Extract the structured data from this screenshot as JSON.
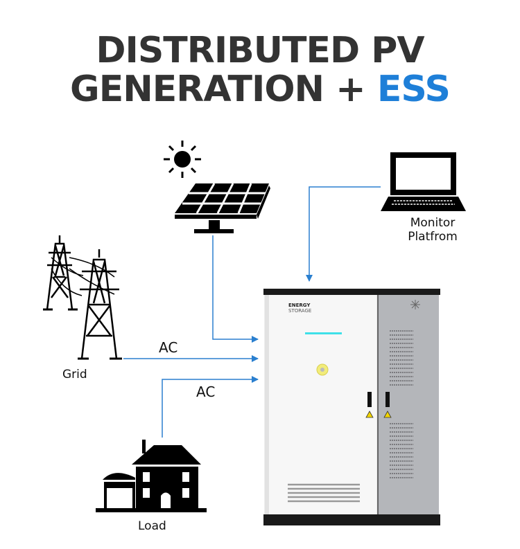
{
  "title": {
    "line1": "DISTRIBUTED PV",
    "line2_main": "GENERATION +",
    "line2_accent": "ESS"
  },
  "colors": {
    "accent": "#1e7fd8",
    "text": "#333333",
    "arrow": "#2a7fcf"
  },
  "nodes": {
    "pv": {
      "icon": "solar-panel-icon",
      "sun_icon": "sun-icon"
    },
    "monitor": {
      "label_line1": "Monitor",
      "label_line2": "Platfrom",
      "icon": "laptop-icon"
    },
    "grid": {
      "label": "Grid",
      "icon": "power-tower-icon"
    },
    "load": {
      "label": "Load",
      "icon": "house-icon"
    },
    "ess": {
      "brand_line1": "ENERGY",
      "brand_line2": "STORAGE",
      "icon": "battery-cabinet-icon"
    }
  },
  "connections": {
    "grid_label": "AC",
    "load_label": "AC"
  }
}
